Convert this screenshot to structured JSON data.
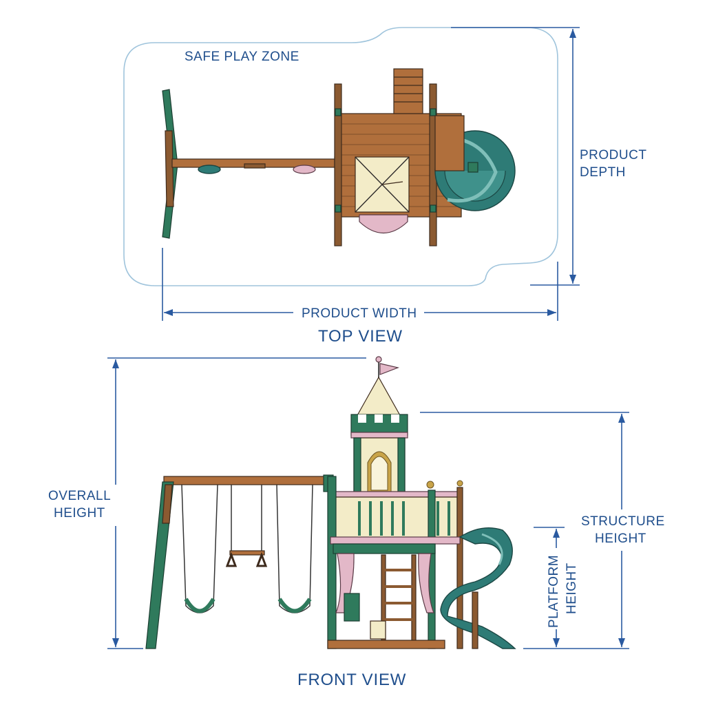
{
  "top_view": {
    "zone_label": "SAFE PLAY ZONE",
    "depth_label_line1": "PRODUCT",
    "depth_label_line2": "DEPTH",
    "width_label": "PRODUCT WIDTH",
    "caption": "TOP VIEW"
  },
  "front_view": {
    "overall_height_line1": "OVERALL",
    "overall_height_line2": "HEIGHT",
    "structure_height_line1": "STRUCTURE",
    "structure_height_line2": "HEIGHT",
    "platform_height_line1": "PLATFORM",
    "platform_height_line2": "HEIGHT",
    "caption": "FRONT VIEW"
  },
  "colors": {
    "dimension": "#1f4e8c",
    "zone_outline": "#9fc4dc",
    "wood": "#b06f3c",
    "green": "#2f7a5c",
    "teal_slide": "#2e7b76",
    "cream": "#f3ecc8",
    "pink": "#e3b8c8"
  }
}
